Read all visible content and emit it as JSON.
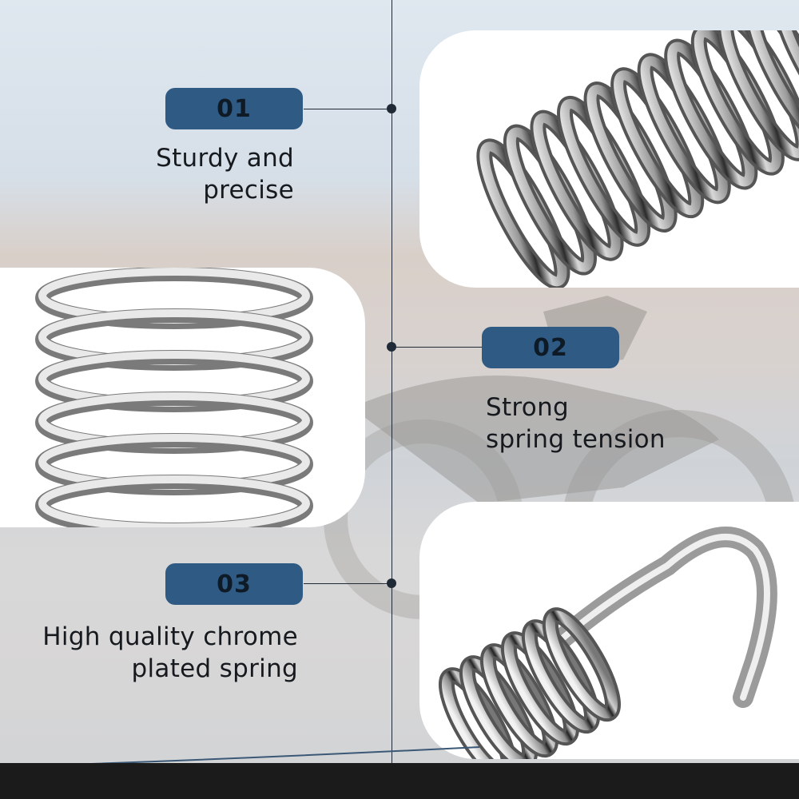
{
  "features": [
    {
      "number": "01",
      "caption_line1": "Sturdy and",
      "caption_line2": "precise"
    },
    {
      "number": "02",
      "caption_line1": "Strong",
      "caption_line2": "spring tension"
    },
    {
      "number": "03",
      "caption_line1": "High quality chrome",
      "caption_line2": "plated spring"
    }
  ],
  "colors": {
    "badge": "#2f5a83",
    "line": "#1f2a36",
    "panel": "#ffffff"
  }
}
